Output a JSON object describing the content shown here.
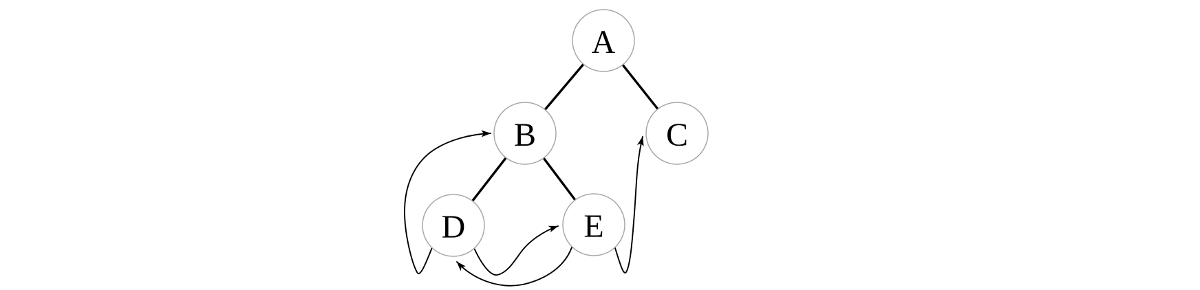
{
  "diagram": {
    "title": "binary-tree-with-thread-arrows",
    "colors": {
      "background": "#ffffff",
      "node_fill": "#ffffff",
      "node_stroke": "#a8a8a8",
      "tree_edge": "#000000",
      "arrow": "#000000",
      "label": "#000000"
    },
    "nodes": [
      {
        "id": "A",
        "label": "A"
      },
      {
        "id": "B",
        "label": "B"
      },
      {
        "id": "C",
        "label": "C"
      },
      {
        "id": "D",
        "label": "D"
      },
      {
        "id": "E",
        "label": "E"
      }
    ],
    "tree_edges": [
      {
        "from": "A",
        "to": "B"
      },
      {
        "from": "A",
        "to": "C"
      },
      {
        "from": "B",
        "to": "D"
      },
      {
        "from": "B",
        "to": "E"
      }
    ],
    "arrow_edges": [
      {
        "from": "D",
        "to": "B"
      },
      {
        "from": "D",
        "to": "E"
      },
      {
        "from": "E",
        "to": "D"
      },
      {
        "from": "E",
        "to": "C"
      }
    ]
  }
}
